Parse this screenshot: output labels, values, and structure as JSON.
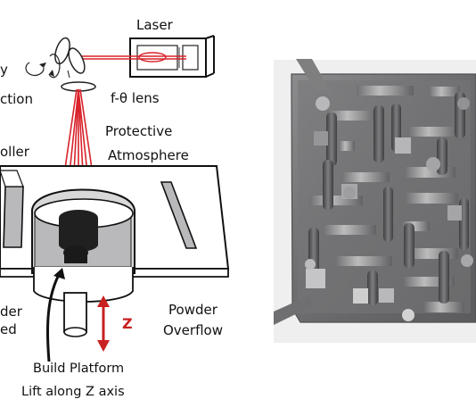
{
  "diagram": {
    "labels": {
      "laser": "Laser",
      "scanning_direction_fragment": "y",
      "direction_fragment": "ction",
      "f_theta_lens": "f-θ lens",
      "protective": "Protective",
      "atmosphere": "Atmosphere",
      "roller_fragment": "oller",
      "powder_fragment": "der",
      "bed_fragment": "ed",
      "z_axis": "Z",
      "powder": "Powder",
      "overflow": "Overflow",
      "build_platform": "Build Platform",
      "lift_along_z_axis": "Lift along Z axis"
    },
    "colors": {
      "laser_beam": "#d9232b",
      "z_arrow": "#c92120",
      "line": "#111111",
      "powder_gray": "#b9b9bb",
      "photo_background": "#efefef",
      "metal_part": "#727273"
    }
  }
}
